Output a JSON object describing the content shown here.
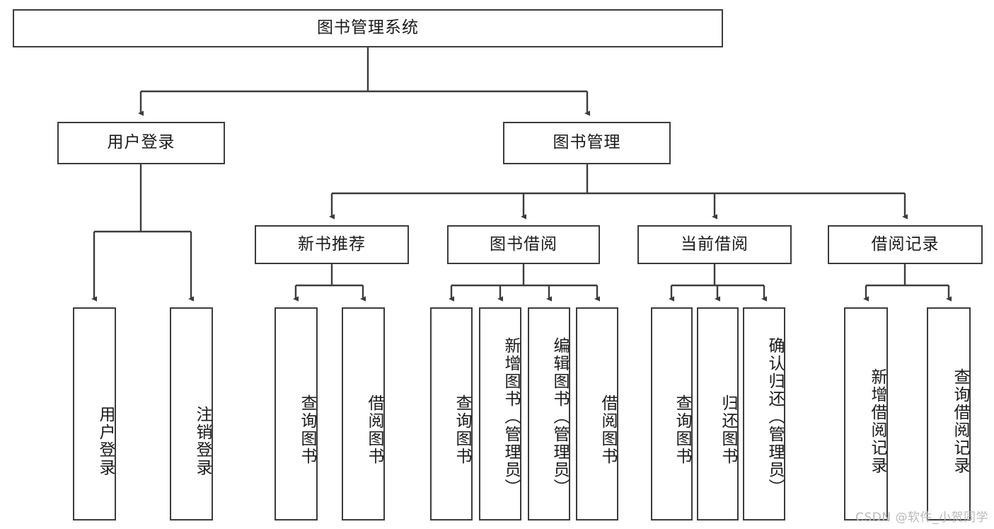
{
  "diagram": {
    "title": "图书管理系统",
    "type": "tree-hierarchy",
    "watermark": "CSDN @软件_小贺同学",
    "colors": {
      "border": "#3c3c3c",
      "background": "#ffffff",
      "text": "#1a1a1a",
      "watermark": "#b9b9b9"
    }
  },
  "nodes": {
    "root": {
      "label": "图书管理系统"
    },
    "level2": [
      {
        "id": "user-login",
        "label": "用户登录"
      },
      {
        "id": "book-manage",
        "label": "图书管理"
      }
    ],
    "level3": [
      {
        "id": "new-book-recommend",
        "label": "新书推荐"
      },
      {
        "id": "book-borrow",
        "label": "图书借阅"
      },
      {
        "id": "current-borrow",
        "label": "当前借阅"
      },
      {
        "id": "borrow-record",
        "label": "借阅记录"
      }
    ],
    "leaves": [
      {
        "id": "leaf-user-login",
        "label": "用户登录",
        "parent": "user-login"
      },
      {
        "id": "leaf-user-logout",
        "label": "注销登录",
        "parent": "user-login"
      },
      {
        "id": "leaf-query-book-1",
        "label": "查询图书",
        "parent": "new-book-recommend"
      },
      {
        "id": "leaf-borrow-book-1",
        "label": "借阅图书",
        "parent": "new-book-recommend"
      },
      {
        "id": "leaf-query-book-2",
        "label": "查询图书",
        "parent": "book-borrow"
      },
      {
        "id": "leaf-add-book",
        "label": "新增图书（管理员）",
        "parent": "book-borrow"
      },
      {
        "id": "leaf-edit-book",
        "label": "编辑图书（管理员）",
        "parent": "book-borrow"
      },
      {
        "id": "leaf-borrow-book-2",
        "label": "借阅图书",
        "parent": "book-borrow"
      },
      {
        "id": "leaf-query-book-3",
        "label": "查询图书",
        "parent": "current-borrow"
      },
      {
        "id": "leaf-return-book",
        "label": "归还图书",
        "parent": "current-borrow"
      },
      {
        "id": "leaf-confirm-return",
        "label": "确认归还（管理员）",
        "parent": "current-borrow"
      },
      {
        "id": "leaf-add-record",
        "label": "新增借阅记录",
        "parent": "borrow-record"
      },
      {
        "id": "leaf-query-record",
        "label": "查询借阅记录",
        "parent": "borrow-record"
      }
    ]
  }
}
